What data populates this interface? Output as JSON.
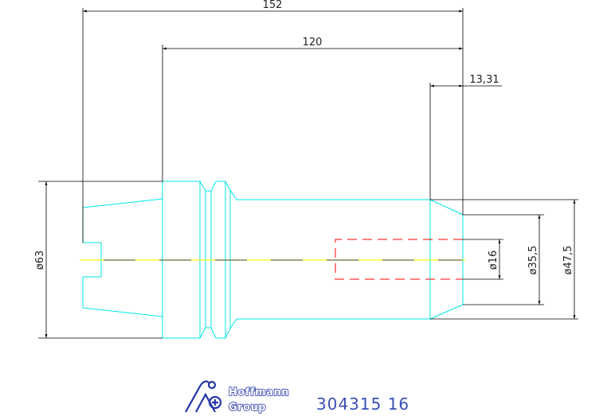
{
  "drawing": {
    "dimensions": {
      "overall_length": "152",
      "body_length": "120",
      "taper_length": "13,31",
      "flange_diameter": "ø63",
      "bore_diameter": "ø16",
      "inner_diameter": "ø35,5",
      "outer_diameter": "ø47,5"
    },
    "colors": {
      "part_outline": "#00e5e5",
      "dimension_line": "#000000",
      "centerline": "#ffff00",
      "hidden_bore": "#ff0000"
    }
  },
  "branding": {
    "logo_line1": "Hoffmann",
    "logo_line2": "Group",
    "part_number": "304315 16",
    "brand_color": "#2436a8"
  }
}
